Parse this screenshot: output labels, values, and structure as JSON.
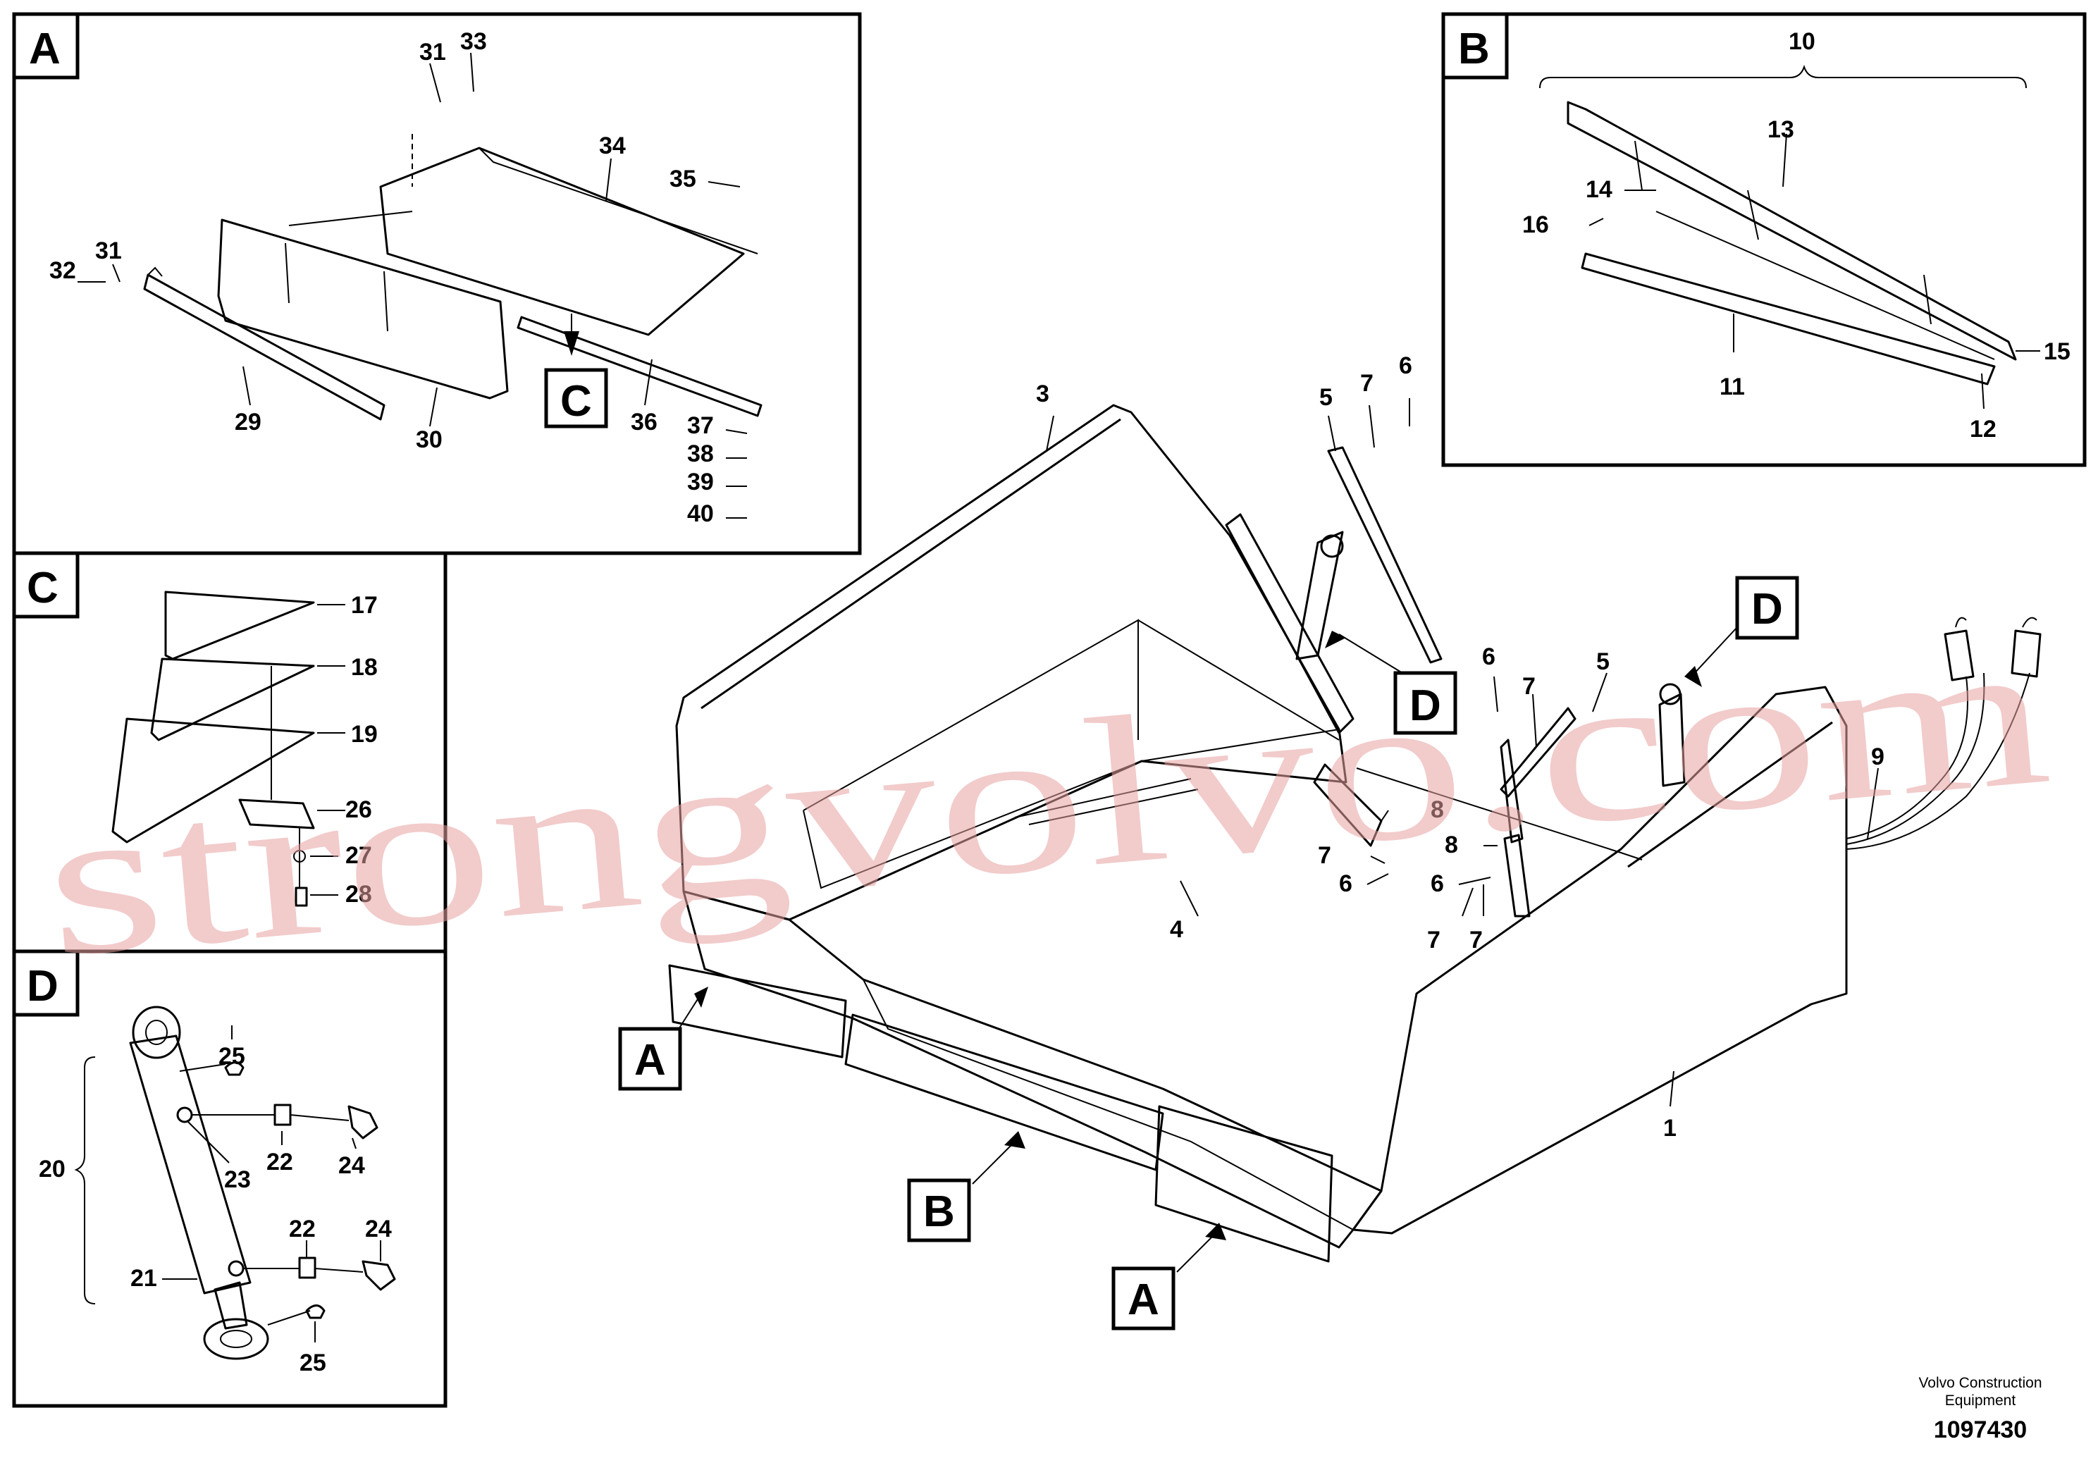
{
  "panels": {
    "a": {
      "tag": "A",
      "callouts": [
        "31",
        "33",
        "34",
        "35",
        "32",
        "31",
        "29",
        "30",
        "36",
        "37",
        "38",
        "39",
        "40"
      ],
      "ref_tag": "C"
    },
    "b": {
      "tag": "B",
      "callouts": [
        "10",
        "13",
        "14",
        "16",
        "15",
        "11",
        "12"
      ]
    },
    "c": {
      "tag": "C",
      "callouts": [
        "17",
        "18",
        "19",
        "26",
        "27",
        "28"
      ]
    },
    "d": {
      "tag": "D",
      "callouts": [
        "25",
        "22",
        "24",
        "20",
        "23",
        "22",
        "24",
        "21",
        "25"
      ]
    }
  },
  "main": {
    "callouts": [
      "3",
      "5",
      "7",
      "6",
      "6",
      "7",
      "5",
      "8",
      "7",
      "6",
      "8",
      "6",
      "7",
      "4",
      "9",
      "1"
    ],
    "tags": [
      "D",
      "D",
      "A",
      "B",
      "A"
    ]
  },
  "watermark": "strongvolvo.com",
  "footer": {
    "company_line1": "Volvo Construction",
    "company_line2": "Equipment",
    "doc_number": "1097430"
  }
}
